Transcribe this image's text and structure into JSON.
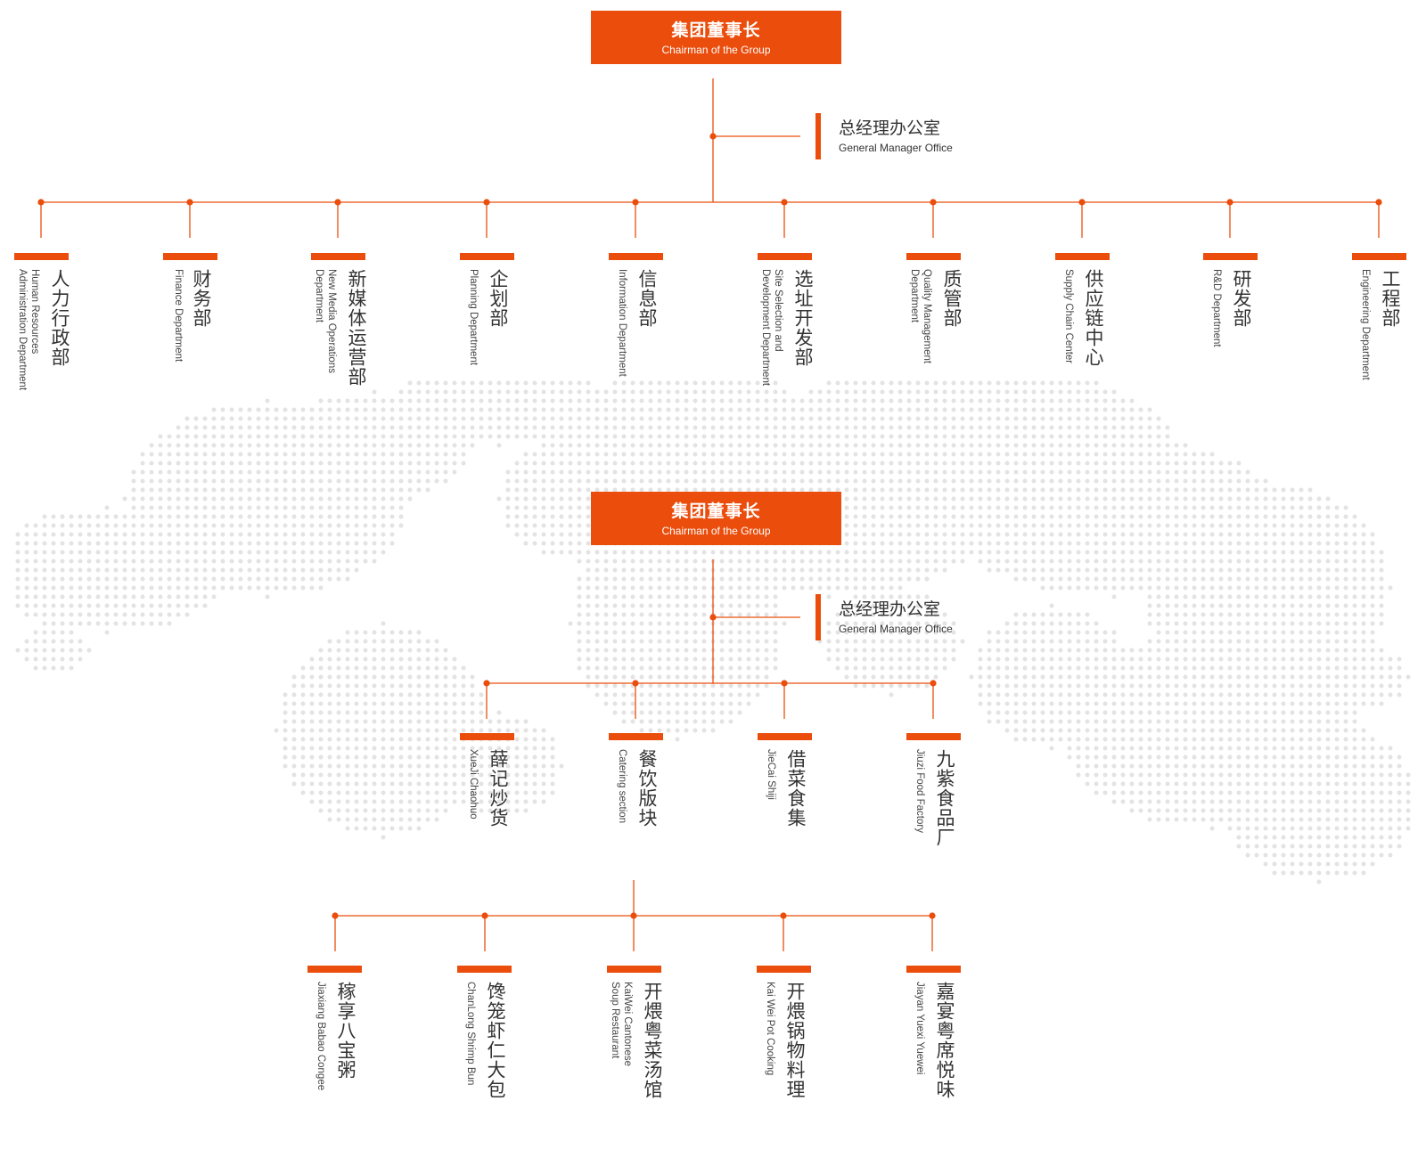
{
  "colors": {
    "accent": "#ea4d0c",
    "text": "#333333",
    "map_dots": "#e3e3e3"
  },
  "chart_one": {
    "chairman": {
      "zh": "集团董事长",
      "en": "Chairman of the Group"
    },
    "gm_office": {
      "zh": "总经理办公室",
      "en": "General Manager Office"
    },
    "departments": [
      {
        "zh": "人力行政部",
        "en": "Human Resources\nAdministration Department"
      },
      {
        "zh": "财务部",
        "en": "Finance Department"
      },
      {
        "zh": "新媒体运营部",
        "en": "New Media Operations\nDepartment"
      },
      {
        "zh": "企划部",
        "en": "Planning Department"
      },
      {
        "zh": "信息部",
        "en": "Information Department"
      },
      {
        "zh": "选址开发部",
        "en": "Site Selection and\nDevelopment Department"
      },
      {
        "zh": "质管部",
        "en": "Quality Management\nDepartment"
      },
      {
        "zh": "供应链中心",
        "en": "Supply Chain Center"
      },
      {
        "zh": "研发部",
        "en": "R&D Department"
      },
      {
        "zh": "工程部",
        "en": "Engineering Department"
      }
    ]
  },
  "chart_two": {
    "chairman": {
      "zh": "集团董事长",
      "en": "Chairman of the Group"
    },
    "gm_office": {
      "zh": "总经理办公室",
      "en": "General Manager Office"
    },
    "divisions": [
      {
        "zh": "薛记炒货",
        "en": "XueJi Chaohuo"
      },
      {
        "zh": "餐饮版块",
        "en": "Catering section"
      },
      {
        "zh": "借菜食集",
        "en": "JieCai Shiji"
      },
      {
        "zh": "九紫食品厂",
        "en": "Jiuzi Food Factory"
      }
    ],
    "catering_brands": [
      {
        "zh": "稼享八宝粥",
        "en": "Jiaxiang Babao Congee"
      },
      {
        "zh": "馋笼虾仁大包",
        "en": "ChanLong Shrimp Bun"
      },
      {
        "zh": "开煨粤菜汤馆",
        "en": "KaiWei Cantonese\nSoup Restaurant"
      },
      {
        "zh": "开煨锅物料理",
        "en": "Kai Wei Pot Cooking"
      },
      {
        "zh": "嘉宴粤席悦味",
        "en": "Jiayan Yuexi Yuewei"
      }
    ]
  }
}
